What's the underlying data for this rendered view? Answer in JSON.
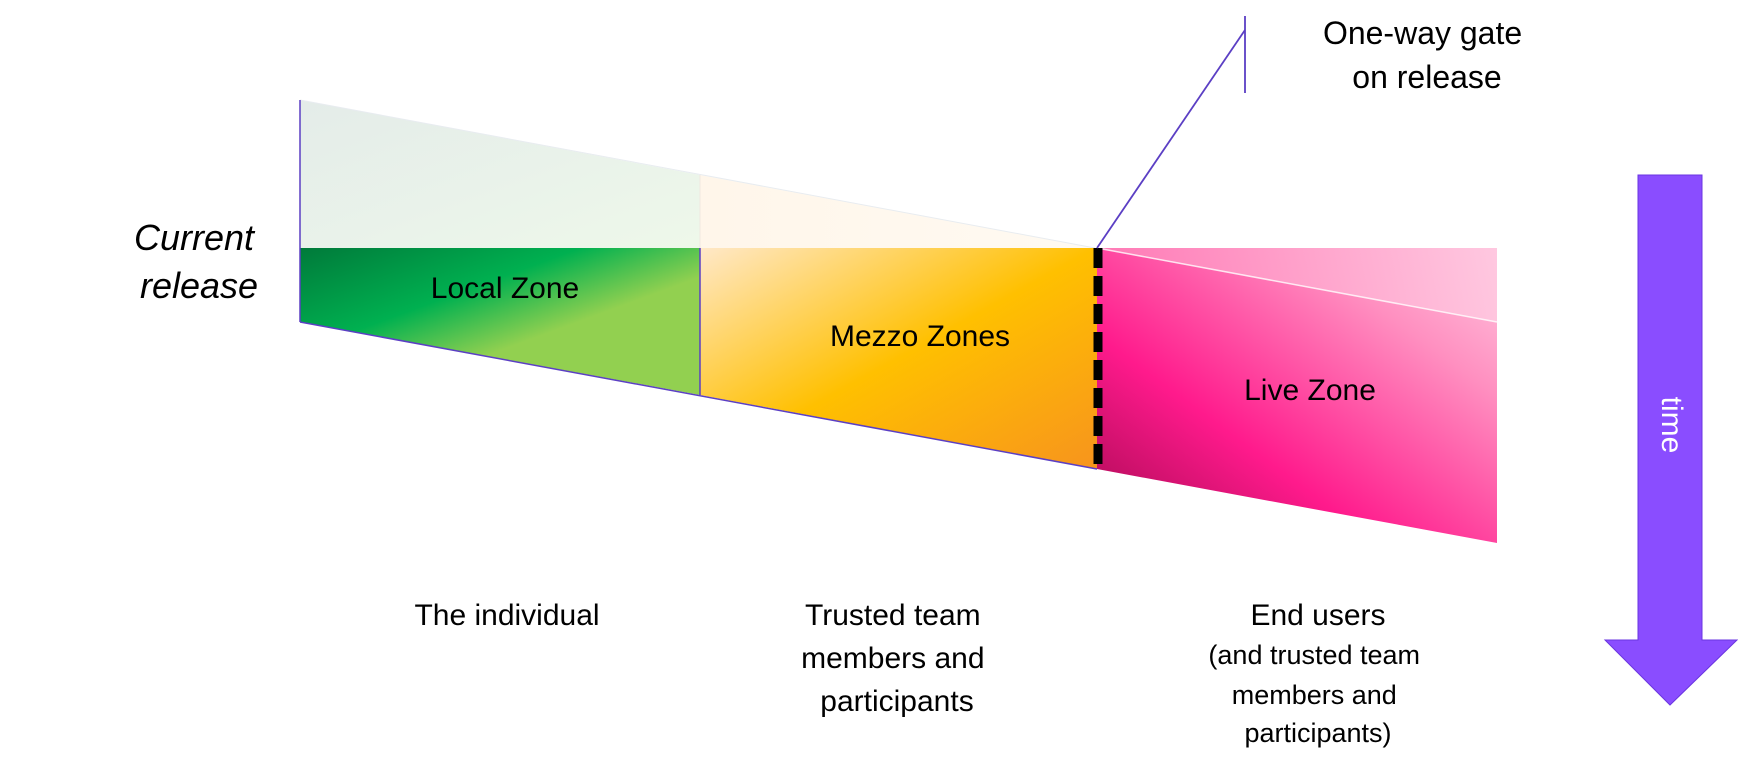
{
  "diagram": {
    "current_release": [
      "Current",
      "release"
    ],
    "gate_label": [
      "One-way gate",
      "on release"
    ],
    "time_label": "time",
    "zones": {
      "local": "Local Zone",
      "mezzo": "Mezzo Zones",
      "live": "Live Zone"
    },
    "audiences": {
      "individual": [
        "The individual"
      ],
      "trusted": [
        "Trusted team",
        "members and",
        "participants"
      ],
      "end_users": [
        "End users",
        "(and trusted team",
        "members and",
        "participants)"
      ]
    },
    "colors": {
      "border": "#5b3fc4",
      "arrow": "#8a4dff",
      "gate": "#000000",
      "local_dark": "#008a3e",
      "local_light": "#92d050",
      "mezzo_light": "#ffe0b3",
      "mezzo_mid": "#ffc000",
      "mezzo_dark": "#f7941d",
      "live_dark": "#b0105a",
      "live_mid": "#ff1a8c",
      "live_light": "#ffc2dd"
    }
  }
}
